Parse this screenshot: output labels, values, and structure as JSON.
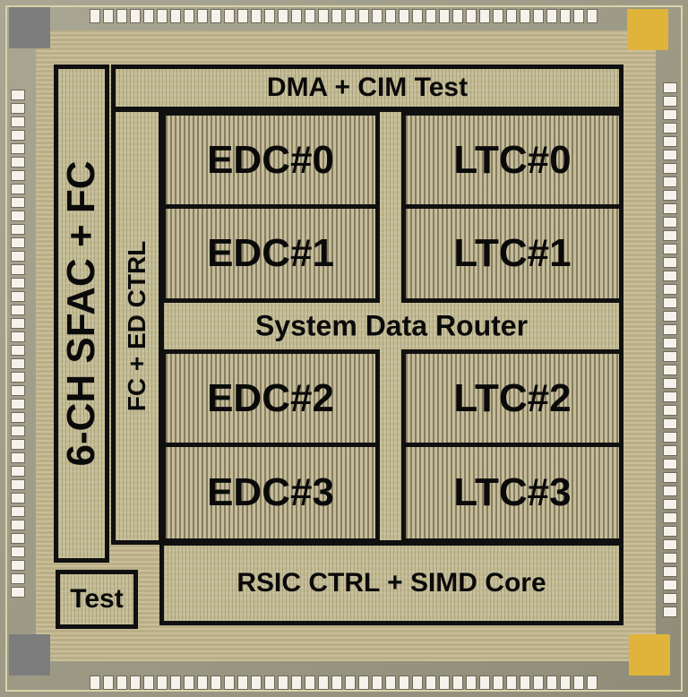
{
  "blocks": {
    "dma": "DMA + CIM Test",
    "sfac": "6-CH SFAC + FC",
    "fc_ctrl": "FC + ED CTRL",
    "edc0": "EDC#0",
    "edc1": "EDC#1",
    "edc2": "EDC#2",
    "edc3": "EDC#3",
    "ltc0": "LTC#0",
    "ltc1": "LTC#1",
    "ltc2": "LTC#2",
    "ltc3": "LTC#3",
    "router": "System Data Router",
    "rsic": "RSIC CTRL + SIMD Core",
    "test": "Test"
  },
  "colors": {
    "die": "#9b9a86",
    "border": "#101010",
    "block_fill": "#c7c09a",
    "corner_gold": "#e0b43a",
    "corner_gray": "#7d7d7d",
    "pad": "#f4f2ea"
  }
}
